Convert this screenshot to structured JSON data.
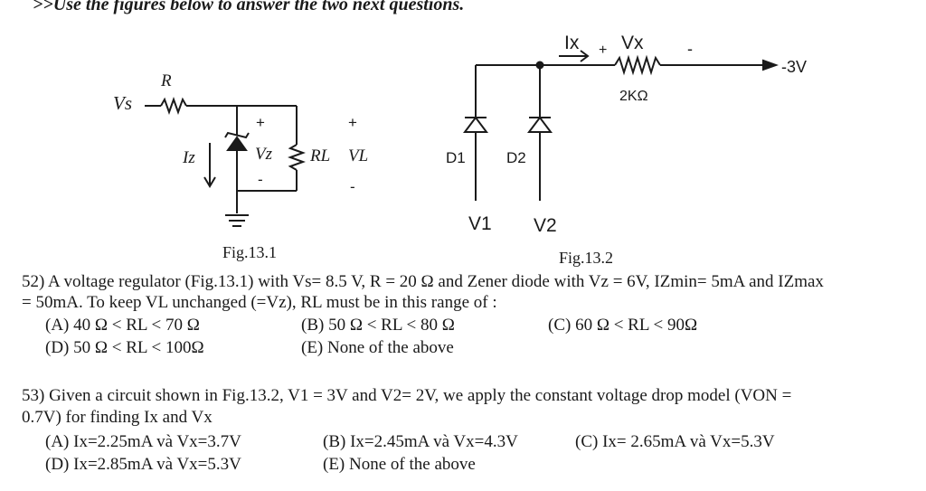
{
  "header": ">>Use the figures below to answer the two next questions.",
  "fig1": {
    "caption": "Fig.13.1",
    "vs": "Vs",
    "r": "R",
    "iz": "Iz",
    "vz": "Vz",
    "rl": "RL",
    "vl": "VL",
    "plus": "+",
    "minus": "-"
  },
  "fig2": {
    "caption": "Fig.13.2",
    "ix": "Ix",
    "vx": "Vx",
    "plus": "+",
    "minus": "-",
    "supply": "-3V",
    "resistor": "2KΩ",
    "d1": "D1",
    "d2": "D2",
    "v1": "V1",
    "v2": "V2"
  },
  "q52": {
    "line1": "52) A voltage regulator (Fig.13.1) with Vs= 8.5 V, R = 20 Ω and Zener diode with Vz = 6V, IZmin= 5mA and IZmax",
    "line2": "= 50mA. To keep VL unchanged (=Vz), RL must be in this range of :",
    "a": "(A) 40 Ω < RL < 70 Ω",
    "b": "(B) 50 Ω < RL < 80 Ω",
    "c": "(C) 60 Ω < RL < 90Ω",
    "d": "(D) 50 Ω < RL < 100Ω",
    "e": "(E) None of the above"
  },
  "q53": {
    "line1": "53) Given a circuit shown in Fig.13.2, V1 = 3V and V2= 2V, we apply the constant voltage drop model (VON =",
    "line2": "0.7V) for finding Ix and Vx",
    "a": "(A) Ix=2.25mA và Vx=3.7V",
    "b": "(B) Ix=2.45mA và Vx=4.3V",
    "c": "(C) Ix= 2.65mA và Vx=5.3V",
    "d": "(D) Ix=2.85mA và Vx=5.3V",
    "e": "(E) None of the above"
  }
}
